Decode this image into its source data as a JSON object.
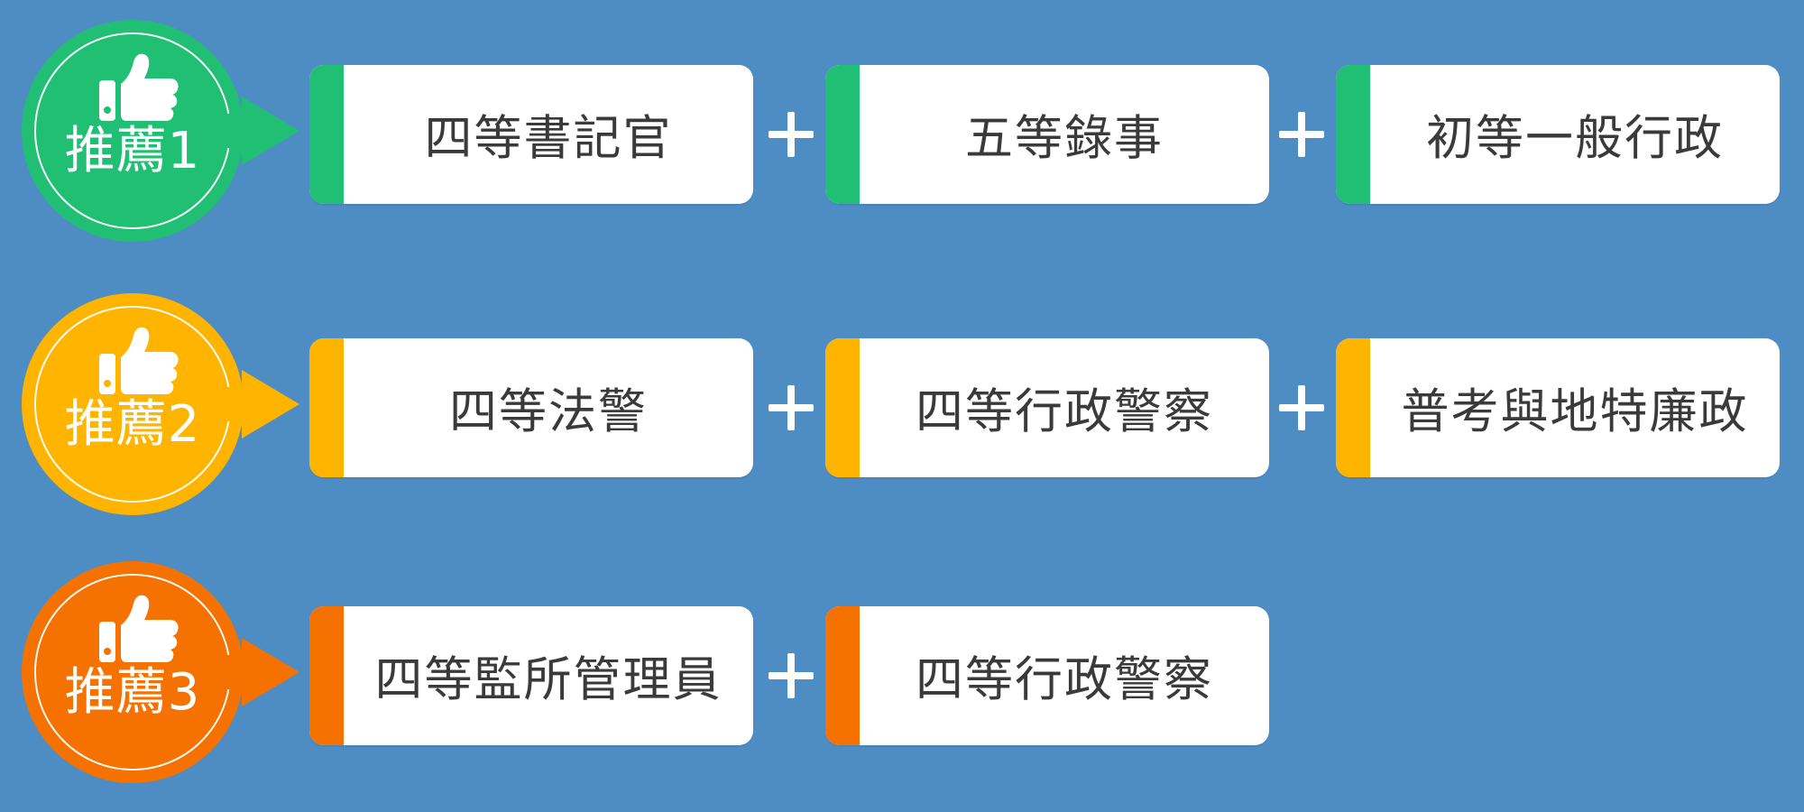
{
  "colors": {
    "background": "#4e8dc3",
    "green": "#21bf73",
    "yellow": "#ffb400",
    "orange": "#f57200",
    "box_text": "#3a3a3a"
  },
  "rows": [
    {
      "badge_label": "推薦1",
      "items": [
        "四等書記官",
        "五等錄事",
        "初等一般行政"
      ]
    },
    {
      "badge_label": "推薦2",
      "items": [
        "四等法警",
        "四等行政警察",
        "普考與地特廉政"
      ]
    },
    {
      "badge_label": "推薦3",
      "items": [
        "四等監所管理員",
        "四等行政警察"
      ]
    }
  ]
}
